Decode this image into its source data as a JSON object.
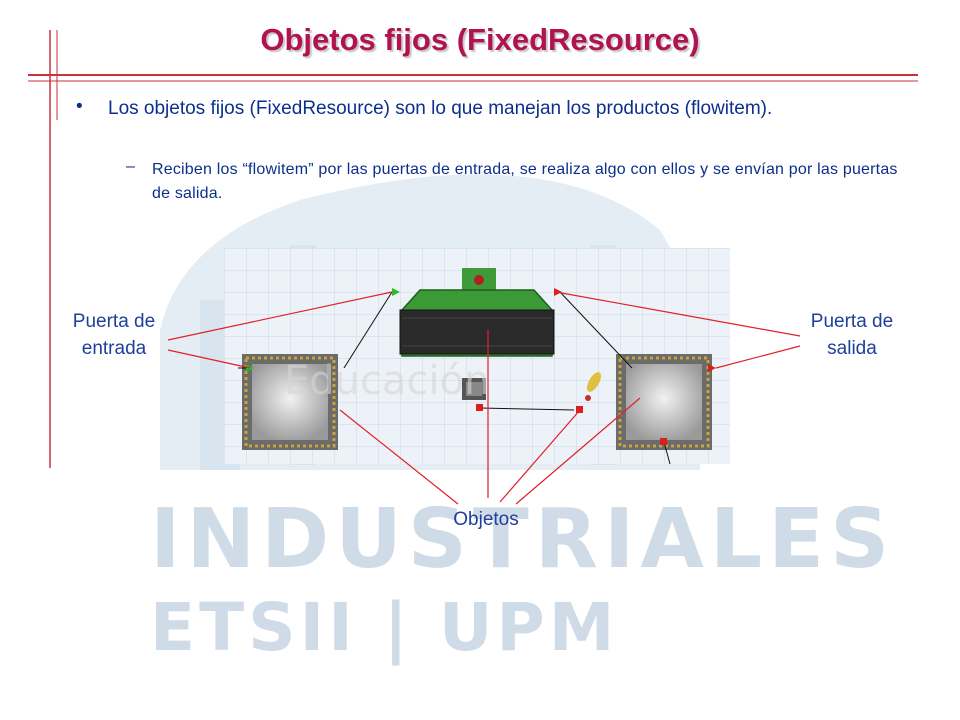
{
  "slide": {
    "title": "Objetos fijos (FixedResource)",
    "bullet_marker": "•",
    "sub_marker": "–",
    "bullets": [
      "Los objetos fijos (FixedResource) son lo que manejan los productos (flowitem).",
      "Reciben los “flowitem” por las puertas de entrada, se realiza algo con ellos y se envían por las puertas de salida."
    ]
  },
  "diagram": {
    "label_input_line1": "Puerta de",
    "label_input_line2": "entrada",
    "label_output_line1": "Puerta de",
    "label_output_line2": "salida",
    "label_objects": "Objetos"
  },
  "watermark": {
    "line1": "INDUSTRIALES",
    "line2": "ETSII | UPM",
    "faint_text": "Educación"
  },
  "colors": {
    "title": "#b0134f",
    "text": "#0b2f8c",
    "accent_rule": "#c9323a",
    "pointer_lines": "#e0202a"
  }
}
